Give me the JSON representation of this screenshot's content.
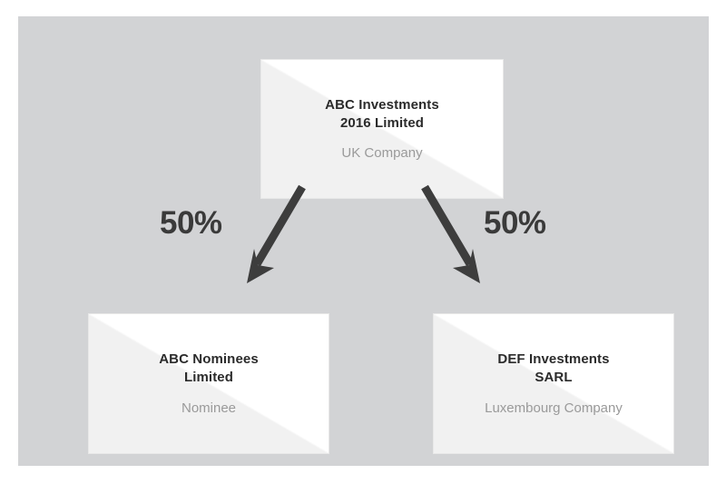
{
  "diagram": {
    "type": "ownership-structure",
    "background_color": "#d2d3d5",
    "page_background": "#ffffff",
    "nodes": [
      {
        "id": "parent",
        "title": "ABC Investments\n2016 Limited",
        "subtitle": "UK Company",
        "title_color": "#2b2b2b",
        "subtitle_color": "#9a9a9a"
      },
      {
        "id": "left",
        "title": "ABC Nominees\nLimited",
        "subtitle": "Nominee",
        "title_color": "#2b2b2b",
        "subtitle_color": "#9a9a9a"
      },
      {
        "id": "right",
        "title": "DEF Investments\nSARL",
        "subtitle": "Luxembourg Company",
        "title_color": "#2b2b2b",
        "subtitle_color": "#9a9a9a"
      }
    ],
    "edges": [
      {
        "id": "edge-left",
        "from": "parent",
        "to": "left",
        "label": "50%",
        "label_color": "#3a3a3a",
        "arrow_color": "#3d3d3d",
        "direction": "down-left"
      },
      {
        "id": "edge-right",
        "from": "parent",
        "to": "right",
        "label": "50%",
        "label_color": "#3a3a3a",
        "arrow_color": "#3d3d3d",
        "direction": "down-right"
      }
    ]
  }
}
